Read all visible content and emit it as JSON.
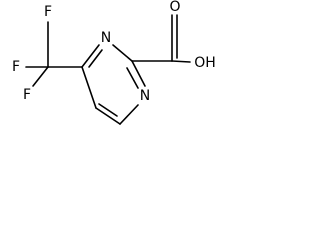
{
  "molecule": {
    "atoms": {
      "f_top": "F",
      "f_left": "F",
      "f_bottom": "F",
      "n_ring_top": "N",
      "n_ring_right": "N",
      "o_carbonyl": "O",
      "oh_group": "OH"
    },
    "colors": {
      "line": "#000000",
      "text": "#000000",
      "background": "#ffffff"
    }
  }
}
